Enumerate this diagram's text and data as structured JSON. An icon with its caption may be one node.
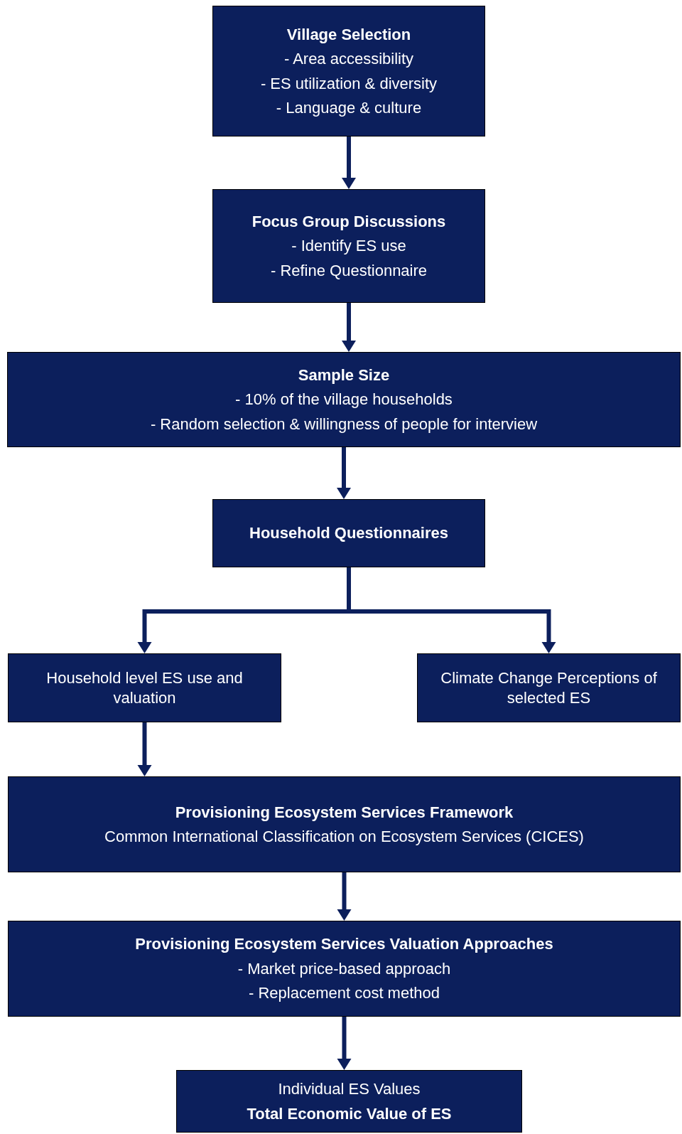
{
  "diagram": {
    "nodes": [
      {
        "text": [
          "Village Selection",
          "- Area accessibility",
          "- ES utilization & diversity",
          "- Language & culture"
        ]
      },
      {
        "text": [
          "Focus Group Discussions",
          "- Identify ES use",
          "- Refine Questionnaire"
        ]
      },
      {
        "text": [
          "Sample Size",
          "- 10% of the village households",
          "- Random selection & willingness of people for interview"
        ]
      },
      {
        "text": [
          "Household Questionnaires"
        ]
      },
      {
        "text": [
          "Household level ES use and valuation"
        ]
      },
      {
        "text": [
          "Climate Change Perceptions of selected ES"
        ]
      },
      {
        "text": [
          "Provisioning Ecosystem Services Framework",
          "Common International Classification on Ecosystem Services (CICES)"
        ]
      },
      {
        "text": [
          "Provisioning Ecosystem Services Valuation Approaches",
          "- Market price-based approach",
          "- Replacement cost method"
        ]
      },
      {
        "text": [
          "Individual ES Values",
          "Total Economic Value of ES"
        ]
      }
    ],
    "edges": [
      {
        "from": 0,
        "to": 1,
        "arrow": "to"
      },
      {
        "from": 1,
        "to": 2,
        "arrow": "to"
      },
      {
        "from": 2,
        "to": 3,
        "arrow": "to"
      },
      {
        "from": 3,
        "to": 4,
        "arrow": "to"
      },
      {
        "from": 3,
        "to": 5,
        "arrow": "to"
      },
      {
        "from": 4,
        "to": 6,
        "arrow": "to"
      },
      {
        "from": 6,
        "to": 7,
        "arrow": "to"
      },
      {
        "from": 7,
        "to": 8,
        "arrow": "to"
      }
    ]
  }
}
